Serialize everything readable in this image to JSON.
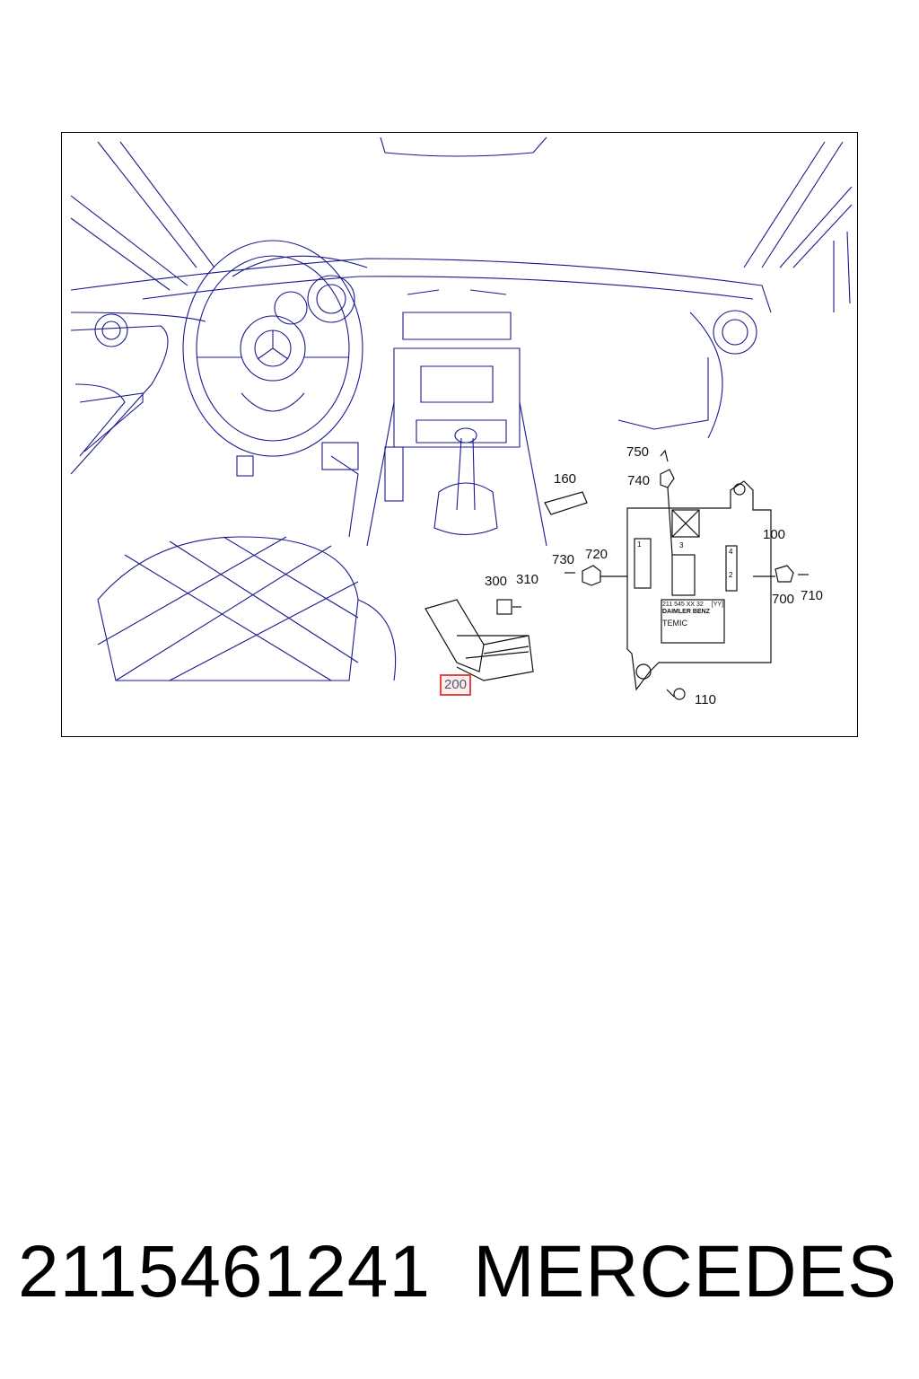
{
  "diagram": {
    "callouts": {
      "c750": "750",
      "c740": "740",
      "c160": "160",
      "c100": "100",
      "c730": "730",
      "c720": "720",
      "c300": "300",
      "c310": "310",
      "c700": "700",
      "c710": "710",
      "c200": "200",
      "c110": "110"
    },
    "module_label": {
      "part": "211 545 XX 32",
      "code": "[YY]",
      "maker": "DAIMLER BENZ",
      "supplier": "TEMIC",
      "connectors": [
        "1",
        "2",
        "3",
        "4"
      ]
    },
    "highlight_color": "#e04848",
    "line_color": "#1a1a8c"
  },
  "footer": {
    "part_number": "2115461241",
    "brand": "MERCEDES"
  }
}
